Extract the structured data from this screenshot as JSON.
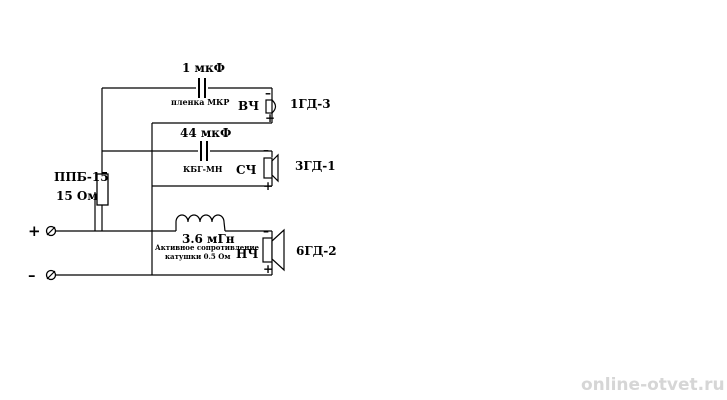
{
  "tweeter_branch": {
    "capacitor_value": "1 мкФ",
    "capacitor_type": "пленка МКР",
    "band_label": "ВЧ",
    "speaker_model": "1ГД-3",
    "polarity_minus": "–",
    "polarity_plus": "+"
  },
  "midrange_branch": {
    "capacitor_value": "44 мкФ",
    "capacitor_type": "КБГ-МН",
    "band_label": "СЧ",
    "speaker_model": "3ГД-1",
    "polarity_minus": "–",
    "polarity_plus": "+"
  },
  "woofer_branch": {
    "inductor_value": "3.6 мГн",
    "inductor_note_line1": "Активное сопротивление",
    "inductor_note_line2": "катушки 0.5 Ом",
    "band_label": "НЧ",
    "speaker_model": "6ГД-2",
    "polarity_minus": "–",
    "polarity_plus": "+"
  },
  "resistor": {
    "type": "ППБ-15",
    "value": "15 Ом"
  },
  "terminals": {
    "plus": "+",
    "minus": "–"
  },
  "watermark": "online-otvet.ru"
}
